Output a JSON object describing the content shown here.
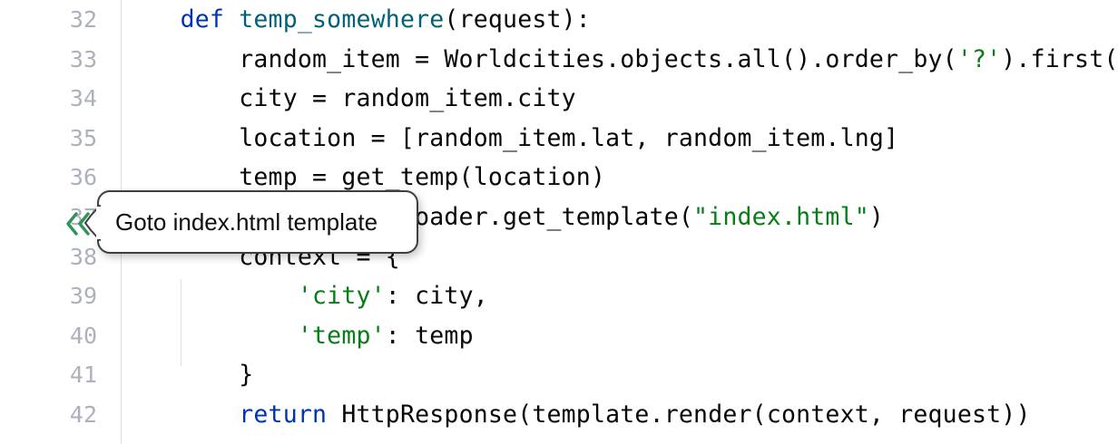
{
  "app": {
    "kind": "code-editor",
    "language": "Python",
    "theme": "light"
  },
  "colors": {
    "background": "#ffffff",
    "line_number": "#adb1bd",
    "text": "#080808",
    "keyword": "#0033b3",
    "function_name": "#00627a",
    "string": "#067d17",
    "gutter_divider": "#dcdee3",
    "indent_guide": "#dfe1e5",
    "tooltip_border": "#3c3f41",
    "goto_icon": "#2e9556"
  },
  "editor": {
    "lines": [
      {
        "number": "32",
        "tokens": [
          {
            "text": "    ",
            "cls": "plain"
          },
          {
            "text": "def",
            "cls": "kw"
          },
          {
            "text": " ",
            "cls": "plain"
          },
          {
            "text": "temp_somewhere",
            "cls": "fn"
          },
          {
            "text": "(request):",
            "cls": "plain"
          }
        ]
      },
      {
        "number": "33",
        "tokens": [
          {
            "text": "        random_item = Worldcities.objects.all().order_by(",
            "cls": "plain"
          },
          {
            "text": "'?'",
            "cls": "str"
          },
          {
            "text": ").first()",
            "cls": "plain"
          }
        ]
      },
      {
        "number": "34",
        "tokens": [
          {
            "text": "        city = random_item.city",
            "cls": "plain"
          }
        ]
      },
      {
        "number": "35",
        "tokens": [
          {
            "text": "        location = [random_item.lat, random_item.lng]",
            "cls": "plain"
          }
        ]
      },
      {
        "number": "36",
        "tokens": [
          {
            "text": "        temp = get_temp(location)",
            "cls": "plain"
          }
        ]
      },
      {
        "number": "37",
        "tokens": [
          {
            "text": "        template = loader.get_template(",
            "cls": "plain"
          },
          {
            "text": "\"index.html\"",
            "cls": "str"
          },
          {
            "text": ")",
            "cls": "plain"
          }
        ]
      },
      {
        "number": "38",
        "tokens": [
          {
            "text": "        context = {",
            "cls": "plain"
          }
        ]
      },
      {
        "number": "39",
        "tokens": [
          {
            "text": "            ",
            "cls": "plain"
          },
          {
            "text": "'city'",
            "cls": "str"
          },
          {
            "text": ": city,",
            "cls": "plain"
          }
        ]
      },
      {
        "number": "40",
        "tokens": [
          {
            "text": "            ",
            "cls": "plain"
          },
          {
            "text": "'temp'",
            "cls": "str"
          },
          {
            "text": ": temp",
            "cls": "plain"
          }
        ]
      },
      {
        "number": "41",
        "tokens": [
          {
            "text": "        }",
            "cls": "plain"
          }
        ]
      },
      {
        "number": "42",
        "tokens": [
          {
            "text": "        ",
            "cls": "plain"
          },
          {
            "text": "return",
            "cls": "kw"
          },
          {
            "text": " HttpResponse(template.render(context, request))",
            "cls": "plain"
          }
        ]
      }
    ]
  },
  "gutter": {
    "goto_marker": {
      "icon": "double-chevron-left-icon",
      "line": "37"
    }
  },
  "tooltip": {
    "text": "Goto index.html template",
    "anchor_line": "37"
  }
}
